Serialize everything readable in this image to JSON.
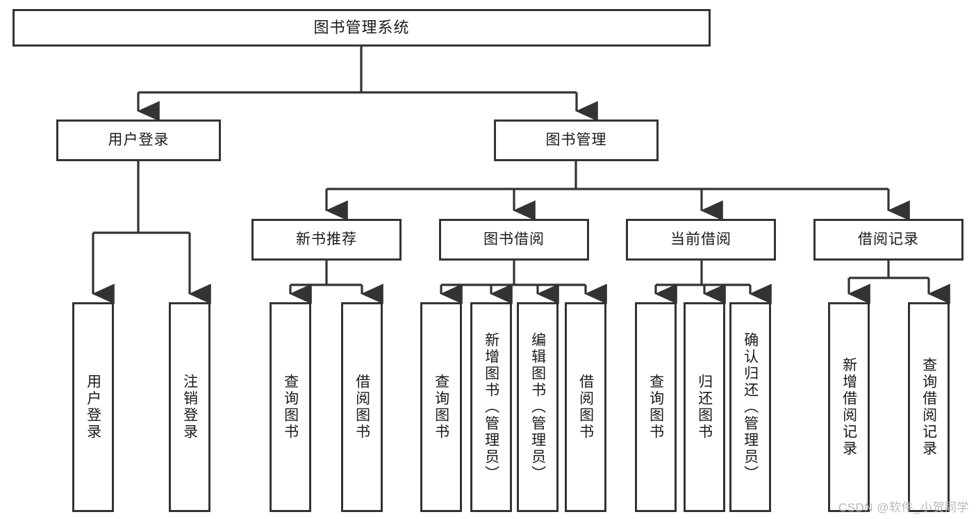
{
  "diagram": {
    "title": "图书管理系统",
    "type": "tree",
    "watermark": "CSDN @软件_小贺同学",
    "colors": {
      "box_border": "#333333",
      "box_fill": "#ffffff",
      "connector": "#333333",
      "background": "#ffffff",
      "watermark_text": "#b9b9b9"
    },
    "root": {
      "label": "图书管理系统"
    },
    "level2": [
      {
        "label": "用户登录"
      },
      {
        "label": "图书管理"
      }
    ],
    "level3": [
      {
        "label": "新书推荐"
      },
      {
        "label": "图书借阅"
      },
      {
        "label": "当前借阅"
      },
      {
        "label": "借阅记录"
      }
    ],
    "leaves": {
      "user_login": [
        {
          "label": "用户登录"
        },
        {
          "label": "注销登录"
        }
      ],
      "new_book": [
        {
          "label": "查询图书"
        },
        {
          "label": "借阅图书"
        }
      ],
      "borrow_book": [
        {
          "label": "查询图书"
        },
        {
          "label": "新增图书（管理员）"
        },
        {
          "label": "编辑图书（管理员）"
        },
        {
          "label": "借阅图书"
        }
      ],
      "current_borrow": [
        {
          "label": "查询图书"
        },
        {
          "label": "归还图书"
        },
        {
          "label": "确认归还（管理员）"
        }
      ],
      "borrow_record": [
        {
          "label": "新增借阅记录"
        },
        {
          "label": "查询借阅记录"
        }
      ]
    }
  }
}
